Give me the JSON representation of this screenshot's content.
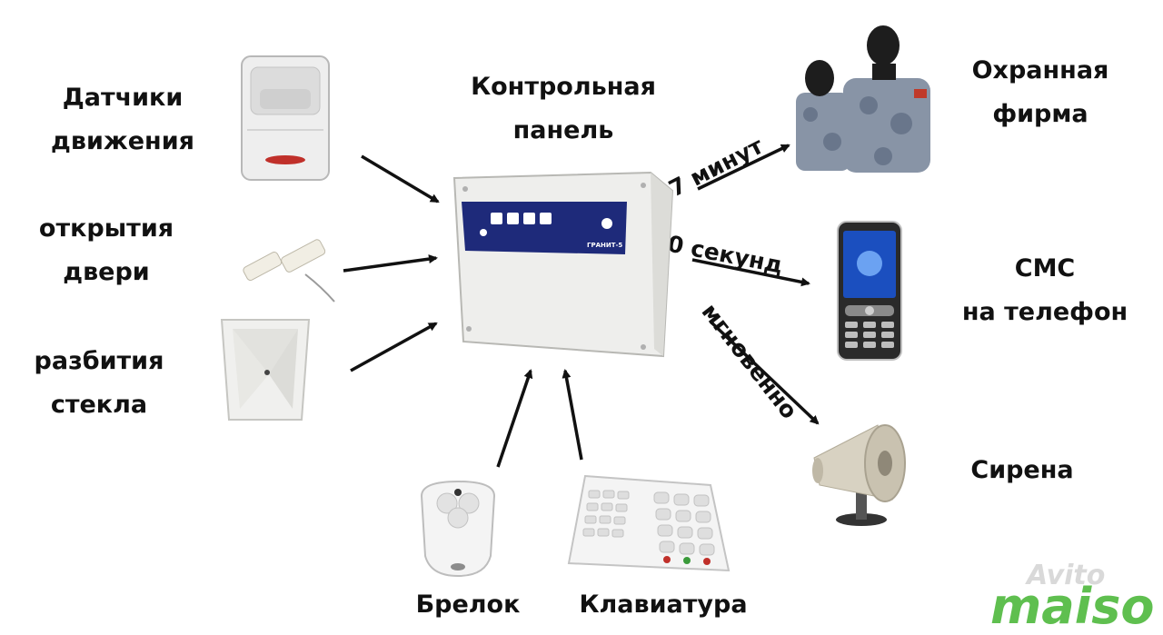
{
  "nodes": {
    "motion_sensor": {
      "line1": "Датчики",
      "line2": "движения"
    },
    "door_sensor": {
      "line1": "открытия",
      "line2": "двери"
    },
    "glass_sensor": {
      "line1": "разбития",
      "line2": "стекла"
    },
    "control_panel": {
      "line1": "Контрольная",
      "line2": "панель",
      "device_brand": "ГРАНИТ-5"
    },
    "security_firm": {
      "line1": "Охранная",
      "line2": "фирма"
    },
    "sms": {
      "line1": "СМС",
      "line2": "на телефон"
    },
    "siren": {
      "label": "Сирена"
    },
    "keyfob": {
      "label": "Брелок"
    },
    "keypad": {
      "label": "Клавиатура"
    }
  },
  "edges": {
    "to_security_firm": "7 минут",
    "to_sms": "10 секунд",
    "to_siren": "мгновенно"
  },
  "watermark": {
    "text": "Avito",
    "brand": "maiso"
  },
  "colors": {
    "text": "#111111",
    "arrow": "#111111",
    "panel_front": "#1e2a7a",
    "watermark": "#5fbf4f"
  }
}
